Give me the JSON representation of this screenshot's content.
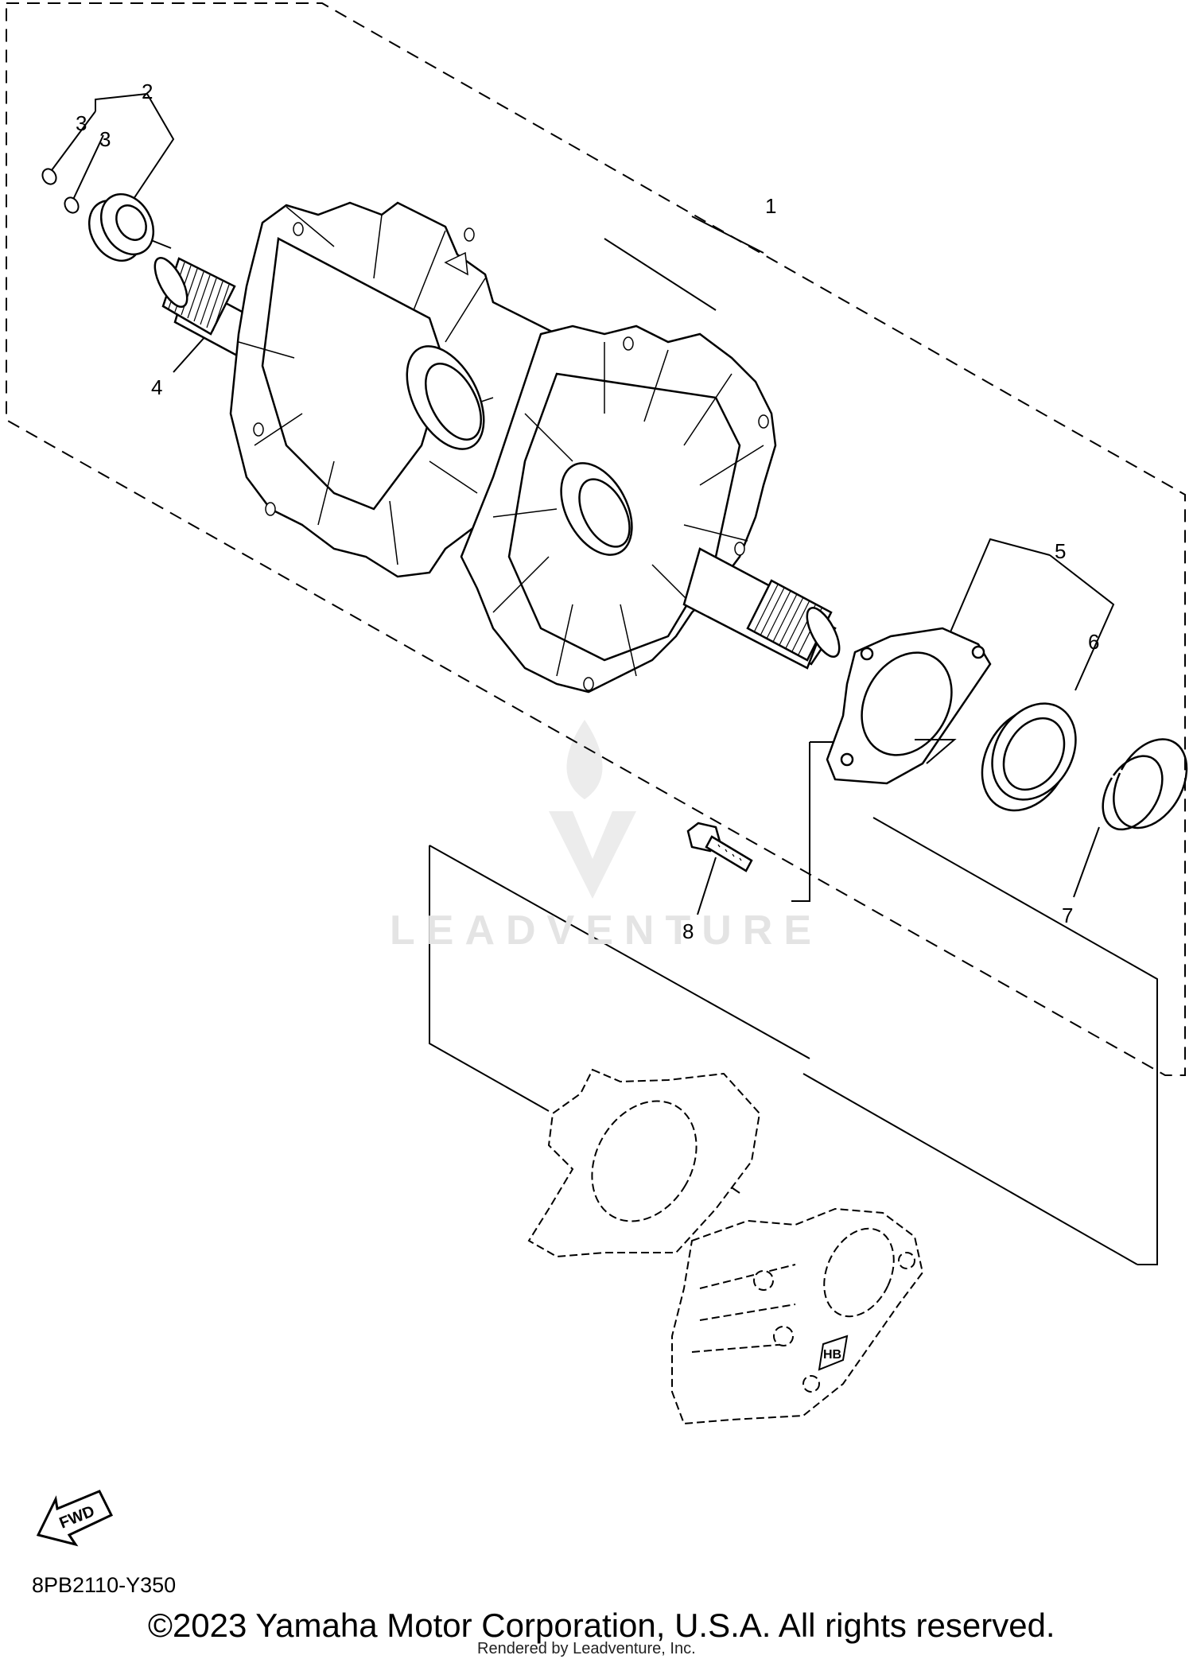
{
  "diagram": {
    "callouts": [
      {
        "id": "1",
        "label": "1"
      },
      {
        "id": "2",
        "label": "2"
      },
      {
        "id": "3a",
        "label": "3"
      },
      {
        "id": "3b",
        "label": "3"
      },
      {
        "id": "4",
        "label": "4"
      },
      {
        "id": "5",
        "label": "5"
      },
      {
        "id": "6",
        "label": "6"
      },
      {
        "id": "7",
        "label": "7"
      },
      {
        "id": "8",
        "label": "8"
      }
    ],
    "fwd_label": "FWD",
    "caliper_badge": "HB"
  },
  "watermark": {
    "text": "LEADVENTURE"
  },
  "footer": {
    "diagram_code": "8PB2110-Y350",
    "copyright": "©2023 Yamaha Motor Corporation, U.S.A. All rights reserved.",
    "rendered_by": "Rendered by Leadventure, Inc."
  }
}
